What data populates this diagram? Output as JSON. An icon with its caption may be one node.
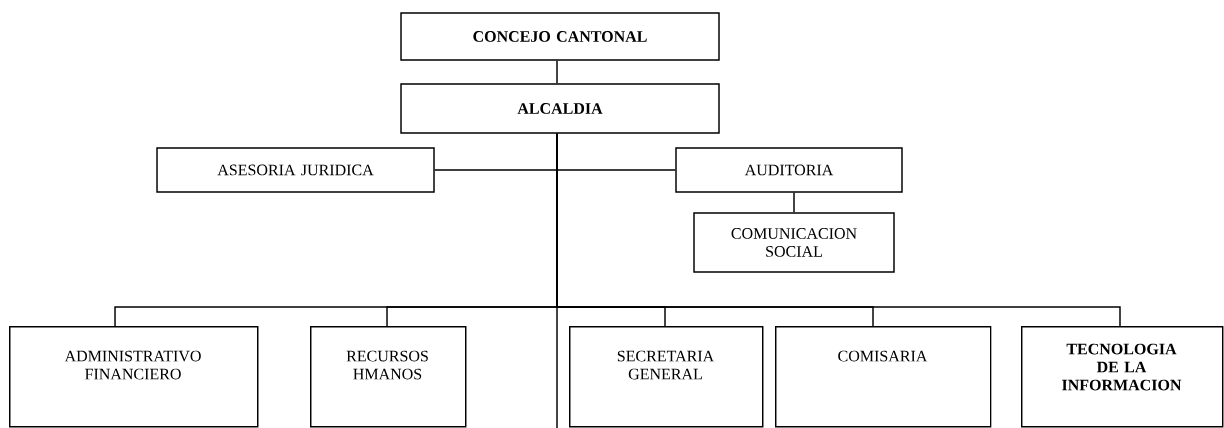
{
  "diagram": {
    "nodes": [
      {
        "text": [
          "CONCEJO CANTONAL"
        ]
      },
      {
        "text": [
          "ALCALDIA"
        ]
      },
      {
        "text": [
          "ASESORIA JURIDICA"
        ]
      },
      {
        "text": [
          "AUDITORIA"
        ]
      },
      {
        "text": [
          "COMUNICACION SOCIAL"
        ]
      },
      {
        "text": [
          "ADMINISTRATIVO FINANCIERO"
        ]
      },
      {
        "text": [
          "RECURSOS HMANOS"
        ]
      },
      {
        "text": [
          "SECRETARIA GENERAL"
        ]
      },
      {
        "text": [
          "COMISARIA"
        ]
      },
      {
        "text": [
          "TECNOLOGIA DE LA INFORMACION"
        ]
      }
    ],
    "edges": [
      {
        "from": 0,
        "to": 1,
        "arrow": "none"
      },
      {
        "from": 1,
        "to": 2,
        "arrow": "none"
      },
      {
        "from": 1,
        "to": 3,
        "arrow": "none"
      },
      {
        "from": 3,
        "to": 4,
        "arrow": "none"
      },
      {
        "from": 1,
        "to": 5,
        "arrow": "none"
      },
      {
        "from": 1,
        "to": 6,
        "arrow": "none"
      },
      {
        "from": 1,
        "to": 7,
        "arrow": "none"
      },
      {
        "from": 1,
        "to": 8,
        "arrow": "none"
      },
      {
        "from": 1,
        "to": 9,
        "arrow": "none"
      }
    ]
  }
}
